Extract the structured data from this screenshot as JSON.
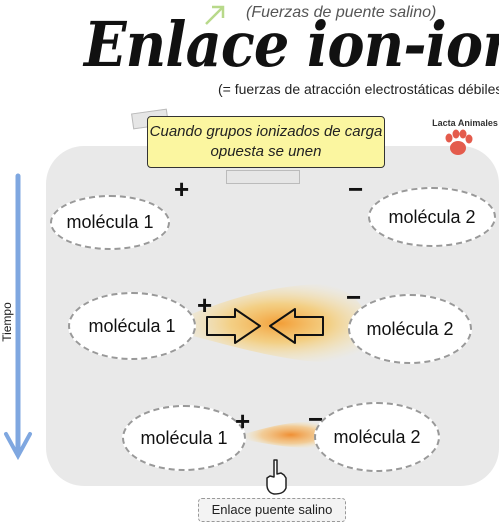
{
  "header": {
    "subtitle": "(Fuerzas de puente salino)",
    "title": "Enlace ion-ion",
    "caption": "(= fuerzas de atracción electrostáticas débiles)"
  },
  "note": {
    "line1": "Cuando grupos ionizados de carga",
    "line2": "opuesta se unen"
  },
  "logo": {
    "text": "Lacta Animales",
    "icon": "paw-icon"
  },
  "axis": {
    "label": "Tiempo"
  },
  "stages": [
    {
      "left_label": "molécula 1",
      "left_sign": "+",
      "right_label": "molécula 2",
      "right_sign": "−"
    },
    {
      "left_label": "molécula 1",
      "left_sign": "+",
      "right_label": "molécula 2",
      "right_sign": "−"
    },
    {
      "left_label": "molécula 1",
      "left_sign": "+",
      "right_label": "molécula 2",
      "right_sign": "−"
    }
  ],
  "footer": {
    "label": "Enlace puente salino"
  },
  "colors": {
    "note_bg": "#fbf6a0",
    "panel_bg": "#e9e9e9",
    "axis": "#7fa7e0",
    "glow": "#f4a23a"
  }
}
